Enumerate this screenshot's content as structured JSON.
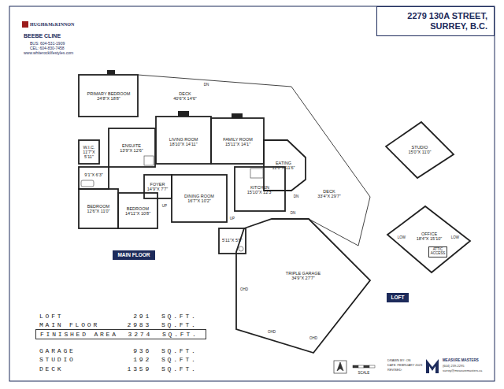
{
  "diagram": {
    "title": "2279 130A STREET, SURREY, B.C.",
    "nodes": [
      {
        "text": [
          "2279 130A STREET, SURREY, B.C."
        ]
      },
      {
        "text": [
          "PRIMARY BEDROOM",
          "24'8\"X 18'8\""
        ]
      },
      {
        "text": [
          "DECK",
          "40'6\"X 14'6\""
        ]
      },
      {
        "text": [
          "LIVING ROOM",
          "18'10\"X 14'11\""
        ]
      },
      {
        "text": [
          "FAMILY ROOM",
          "15'11\"X 14'1\""
        ]
      },
      {
        "text": [
          "EATING",
          "12'0\"X 11'6\""
        ]
      },
      {
        "text": [
          "ENSUITE",
          "13'9\"X 12'6\""
        ]
      },
      {
        "text": [
          "W.I.C.",
          "11'7\"X 5'11\""
        ]
      },
      {
        "text": [
          "9'1\"X 6'3\""
        ]
      },
      {
        "text": [
          "FOYER",
          "14'9\"X 7'7\""
        ]
      },
      {
        "text": [
          "DINING ROOM",
          "16'7\"X 10'2\""
        ]
      },
      {
        "text": [
          "KITCHEN",
          "15'10\"X 12'3\""
        ]
      },
      {
        "text": [
          "DECK",
          "33'4\"X 29'7\""
        ]
      },
      {
        "text": [
          "BEDROOM",
          "12'6\"X 11'0\""
        ]
      },
      {
        "text": [
          "BEDROOM",
          "14'11\"X 10'8\""
        ]
      },
      {
        "text": [
          "5'11\"X 5'9\""
        ]
      },
      {
        "text": [
          "TRIPLE GARAGE",
          "34'9\"X 27'7\""
        ]
      },
      {
        "text": [
          "MAIN FLOOR"
        ]
      },
      {
        "text": [
          "STUDIO",
          "15'0\"X 11'0\""
        ]
      },
      {
        "text": [
          "OFFICE",
          "18'4\"X 15'10\""
        ]
      },
      {
        "text": [
          "ATTIC ACCESS"
        ]
      },
      {
        "text": [
          "LOFT"
        ]
      },
      {
        "text": [
          "FINISHED AREA",
          "3274",
          "SQ.FT."
        ]
      }
    ],
    "labels": [
      "HUGH&McKINNON",
      "BEEBE CLINE",
      "BUS: 604-531-1909",
      "CEL: 604-830-7458",
      "www.whiterocklifestyles.com",
      "DN",
      "UP",
      "DN",
      "UP",
      "DN",
      "OHD",
      "OHD",
      "OHD",
      "LOW",
      "LOW",
      "LOFT",
      "291",
      "SQ.FT.",
      "MAIN FLOOR",
      "2983",
      "SQ.FT.",
      "GARAGE",
      "936",
      "SQ.FT.",
      "STUDIO",
      "192",
      "SQ.FT.",
      "DECK",
      "1359",
      "SQ.FT.",
      "SCALE",
      "DRAWN BY: ON",
      "DATE: FEBRUARY 2023",
      "REVISED:",
      "MEASURE MASTERS",
      "(604) 239-2295",
      "surrey@measuremasters.ca"
    ]
  }
}
